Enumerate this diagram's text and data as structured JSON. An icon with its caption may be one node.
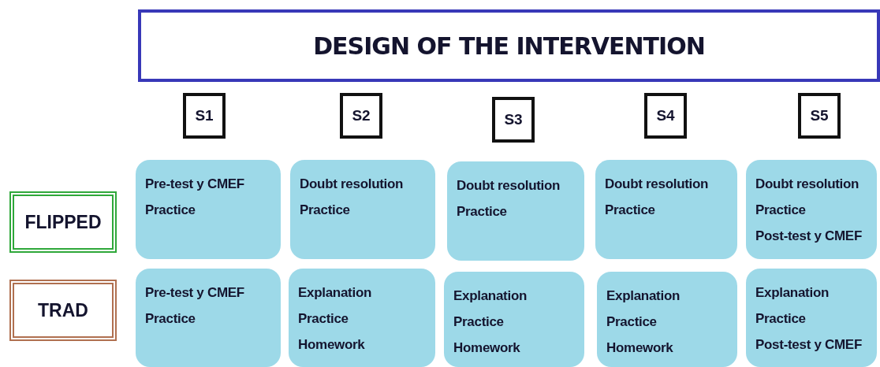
{
  "diagram": {
    "nodes": [
      {
        "text": [
          "DESIGN OF THE INTERVENTION"
        ]
      },
      {
        "text": [
          "S1"
        ]
      },
      {
        "text": [
          "S2"
        ]
      },
      {
        "text": [
          "S3"
        ]
      },
      {
        "text": [
          "S4"
        ]
      },
      {
        "text": [
          "S5"
        ]
      },
      {
        "text": [
          "FLIPPED"
        ]
      },
      {
        "text": [
          "Pre-test y CMEF",
          "Practice"
        ]
      },
      {
        "text": [
          "Doubt resolution",
          "Practice"
        ]
      },
      {
        "text": [
          "Doubt resolution",
          "Practice"
        ]
      },
      {
        "text": [
          "Doubt resolution",
          "Practice"
        ]
      },
      {
        "text": [
          "Doubt resolution",
          "Practice",
          "Post-test y CMEF"
        ]
      },
      {
        "text": [
          "TRAD"
        ]
      },
      {
        "text": [
          "Pre-test y CMEF",
          "Practice"
        ]
      },
      {
        "text": [
          "Explanation",
          "Practice",
          "Homework"
        ]
      },
      {
        "text": [
          "Explanation",
          "Practice",
          "Homework"
        ]
      },
      {
        "text": [
          "Explanation",
          "Practice",
          "Homework"
        ]
      },
      {
        "text": [
          "Explanation",
          "Practice",
          "Post-test y CMEF"
        ]
      }
    ],
    "edges": []
  }
}
